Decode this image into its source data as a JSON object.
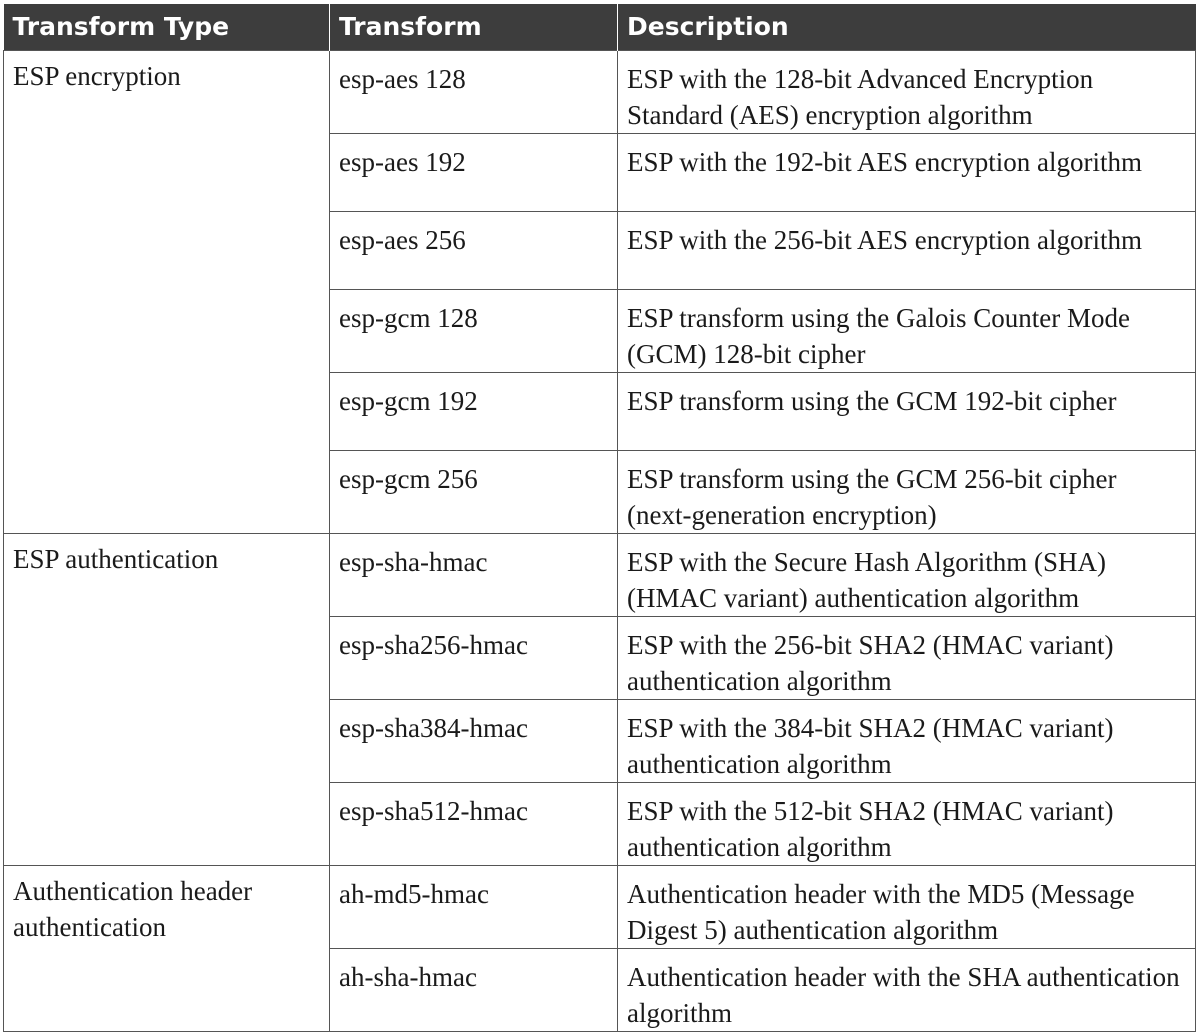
{
  "table": {
    "headers": [
      "Transform Type",
      "Transform",
      "Description"
    ],
    "groups": [
      {
        "type": "ESP encryption",
        "rows": [
          {
            "transform": "esp-aes 128",
            "description": "ESP with the 128-bit Advanced Encryption Standard (AES) encryption algorithm"
          },
          {
            "transform": "esp-aes 192",
            "description": "ESP with the 192-bit AES encryption algorithm"
          },
          {
            "transform": "esp-aes 256",
            "description": "ESP with the 256-bit AES encryption algorithm"
          },
          {
            "transform": "esp-gcm 128",
            "description": "ESP transform using the Galois Counter Mode (GCM) 128-bit cipher"
          },
          {
            "transform": "esp-gcm 192",
            "description": "ESP transform using the GCM 192-bit cipher"
          },
          {
            "transform": "esp-gcm 256",
            "description": "ESP transform using the GCM 256-bit cipher (next-generation encryption)"
          }
        ]
      },
      {
        "type": "ESP authentication",
        "rows": [
          {
            "transform": "esp-sha-hmac",
            "description": "ESP with the Secure Hash Algorithm (SHA) (HMAC variant) authentication algorithm"
          },
          {
            "transform": "esp-sha256-hmac",
            "description": "ESP with the 256-bit SHA2 (HMAC variant) authentication algorithm"
          },
          {
            "transform": "esp-sha384-hmac",
            "description": "ESP with the 384-bit SHA2 (HMAC variant) authentication algorithm"
          },
          {
            "transform": "esp-sha512-hmac",
            "description": "ESP with the 512-bit SHA2 (HMAC variant) authentication algorithm"
          }
        ]
      },
      {
        "type": "Authentication header authentication",
        "rows": [
          {
            "transform": "ah-md5-hmac",
            "description": "Authentication header with the MD5 (Message Digest 5) authentication algorithm"
          },
          {
            "transform": "ah-sha-hmac",
            "description": "Authentication header with the SHA authentication algorithm"
          }
        ]
      }
    ]
  }
}
